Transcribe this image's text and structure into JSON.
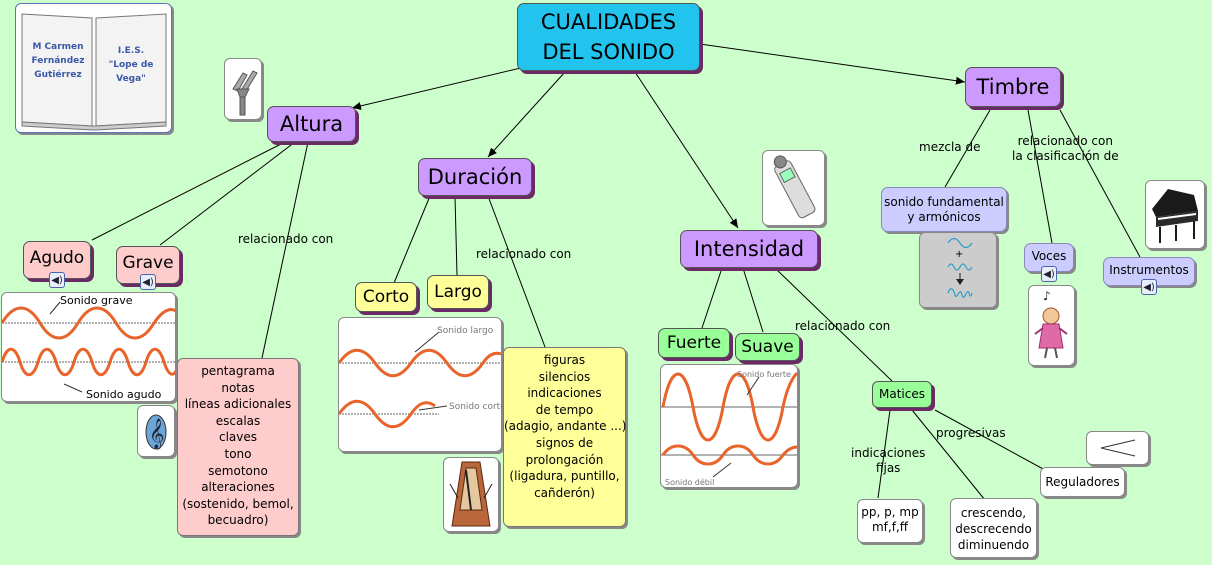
{
  "author": {
    "name_lines": [
      "M Carmen",
      "Fernández",
      "Gutiérrez"
    ],
    "school_lines": [
      "I.E.S.",
      "\"Lope de",
      "Vega\""
    ]
  },
  "title": {
    "lines": [
      "CUALIDADES",
      "DEL SONIDO"
    ]
  },
  "altura": {
    "label": "Altura",
    "agudo": "Agudo",
    "grave": "Grave",
    "link": "relacionado con",
    "wave_grave": "Sonido grave",
    "wave_agudo": "Sonido agudo",
    "list": [
      "pentagrama",
      "notas",
      "líneas adicionales",
      "escalas",
      "claves",
      "tono",
      "semotono",
      "alteraciones",
      "(sostenido, bemol,",
      "becuadro)"
    ]
  },
  "duracion": {
    "label": "Duración",
    "corto": "Corto",
    "largo": "Largo",
    "link": "relacionado con",
    "wave_largo": "Sonido largo",
    "wave_corto": "Sonido corto",
    "list": [
      "figuras",
      "silencios",
      "indicaciones",
      "de tempo",
      "(adagio, andante ...)",
      "signos de",
      "prolongación",
      "(ligadura, puntillo,",
      "cañderón)"
    ]
  },
  "intensidad": {
    "label": "Intensidad",
    "fuerte": "Fuerte",
    "suave": "Suave",
    "link": "relacionado con",
    "wave_fuerte": "Sonido fuerte",
    "wave_suave": "Sonido débil",
    "matices": "Matices",
    "fijas_label": [
      "indicaciones",
      "fijas"
    ],
    "fijas": [
      "pp, p, mp",
      "mf,f,ff"
    ],
    "progresivas_label": "progresivas",
    "progresivas": [
      "crescendo,",
      "descrecendo",
      "diminuendo"
    ],
    "reguladores": "Reguladores"
  },
  "timbre": {
    "label": "Timbre",
    "mezcla": "mezcla de",
    "clasif": [
      "relacionado con",
      "la clasificación de"
    ],
    "fundamental": [
      "sonido fundamental",
      "y armónicos"
    ],
    "plus": "+",
    "voces": "Voces",
    "instrumentos": "Instrumentos"
  },
  "colors": {
    "background": "#ccffcc",
    "title": "#22c4ee",
    "quality": "#cc99ff",
    "agudo_grave": "#ffcccc",
    "corto_largo": "#ffff99",
    "fuerte_suave": "#99ff99",
    "timbre_sub": "#ccccff",
    "wave": "#e8642a"
  },
  "icons": [
    "book-icon",
    "tuning-fork-icon",
    "sound-meter-icon",
    "metronome-icon",
    "piano-icon",
    "treble-clef-icon",
    "singer-icon",
    "speaker-icon"
  ]
}
